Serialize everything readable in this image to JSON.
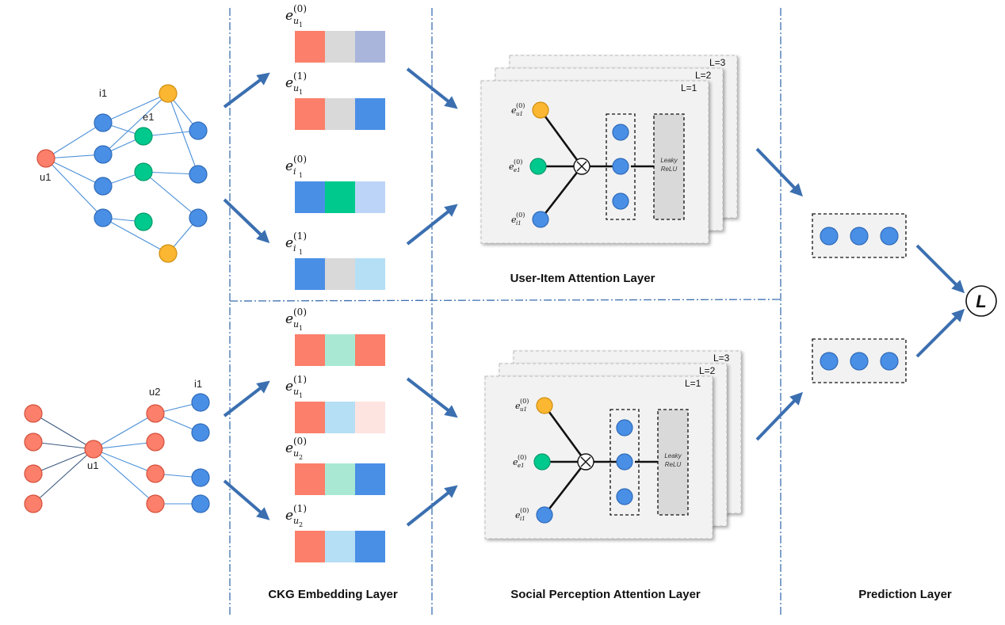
{
  "layers": {
    "ckg": "CKG Embedding Layer",
    "user_item": "User-Item Attention Layer",
    "social": "Social Perception Attention Layer",
    "prediction": "Prediction Layer"
  },
  "graph_top": {
    "user": "u1",
    "item": "i1",
    "entity": "e1"
  },
  "graph_bottom": {
    "user": "u1",
    "friend": "u2",
    "item": "i1"
  },
  "embeddings_top": [
    {
      "base": "e",
      "sub": "u",
      "subsub": "1",
      "sup": "(0)",
      "colors": [
        "#fb7f6a",
        "#d9d9d9",
        "#aab5dc"
      ]
    },
    {
      "base": "e",
      "sub": "u",
      "subsub": "1",
      "sup": "(1)",
      "colors": [
        "#fb7f6a",
        "#d9d9d9",
        "#4a8fe6"
      ]
    },
    {
      "base": "e",
      "sub": "i",
      "subsub": "1",
      "sup": "(0)",
      "colors": [
        "#4a8fe6",
        "#00c98d",
        "#bcd4f7"
      ]
    },
    {
      "base": "e",
      "sub": "i",
      "subsub": "1",
      "sup": "(1)",
      "colors": [
        "#4a8fe6",
        "#d9d9d9",
        "#b5dff5"
      ]
    }
  ],
  "embeddings_bottom": [
    {
      "base": "e",
      "sub": "u",
      "subsub": "1",
      "sup": "(0)",
      "colors": [
        "#fb7f6a",
        "#a9e9d3",
        "#fb7f6a"
      ]
    },
    {
      "base": "e",
      "sub": "u",
      "subsub": "1",
      "sup": "(1)",
      "colors": [
        "#fb7f6a",
        "#b5dff5",
        "#fde4e0"
      ]
    },
    {
      "base": "e",
      "sub": "u",
      "subsub": "2",
      "sup": "(0)",
      "colors": [
        "#fb7f6a",
        "#a9e9d3",
        "#4a8fe6"
      ]
    },
    {
      "base": "e",
      "sub": "u",
      "subsub": "2",
      "sup": "(1)",
      "colors": [
        "#fb7f6a",
        "#b5dff5",
        "#4a8fe6"
      ]
    }
  ],
  "attention_top": {
    "layers": [
      "L=3",
      "L=2",
      "L=1"
    ],
    "inputs": [
      {
        "base": "e",
        "sub": "u1",
        "sup": "(0)"
      },
      {
        "base": "e",
        "sub": "e1",
        "sup": "(0)"
      },
      {
        "base": "e",
        "sub": "i1",
        "sup": "(0)"
      }
    ],
    "activation": [
      "Leaky",
      "ReLU"
    ]
  },
  "attention_bottom": {
    "layers": [
      "L=3",
      "L=2",
      "L=1"
    ],
    "inputs": [
      {
        "base": "e",
        "sub": "u1",
        "sup": "(0)"
      },
      {
        "base": "e",
        "sub": "e1",
        "sup": "(0)"
      },
      {
        "base": "e",
        "sub": "i1",
        "sup": "(0)"
      }
    ],
    "activation": [
      "Leaky",
      "ReLU"
    ]
  },
  "loss": "L",
  "colors": {
    "user": "#fb7f6a",
    "item": "#4a8fe6",
    "entity": "#00c98d",
    "attribute": "#fbb731",
    "arrow": "#3b6fb0",
    "panel": "#f2f2f2"
  }
}
